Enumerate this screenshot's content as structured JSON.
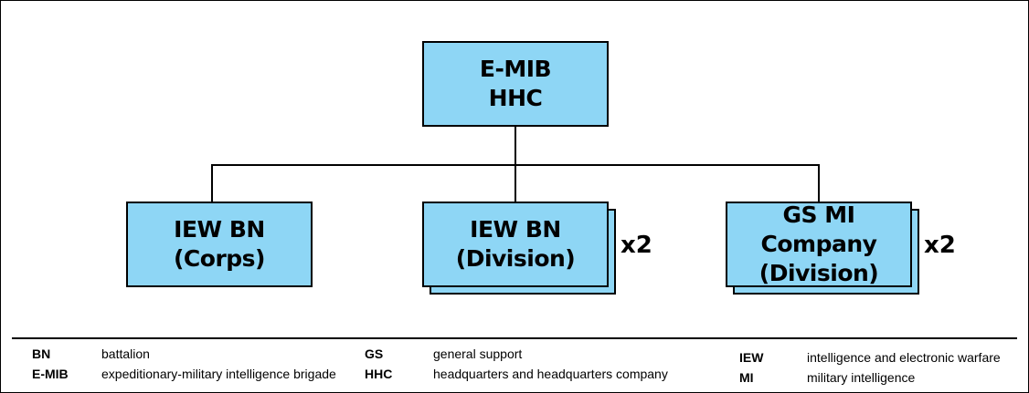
{
  "diagram": {
    "top": {
      "line1": "E-MIB",
      "line2": "HHC"
    },
    "units": [
      {
        "line1": "IEW BN",
        "line2": "(Corps)",
        "multiplier": ""
      },
      {
        "line1": "IEW BN",
        "line2": "(Division)",
        "multiplier": "x2"
      },
      {
        "line1": "GS MI Company",
        "line2": "(Division)",
        "multiplier": "x2"
      }
    ]
  },
  "legend": [
    {
      "abbr": "BN",
      "meaning": "battalion"
    },
    {
      "abbr": "E-MIB",
      "meaning": "expeditionary-military intelligence brigade"
    },
    {
      "abbr": "GS",
      "meaning": "general support"
    },
    {
      "abbr": "HHC",
      "meaning": "headquarters and headquarters company"
    },
    {
      "abbr": "IEW",
      "meaning": "intelligence and electronic warfare"
    },
    {
      "abbr": "MI",
      "meaning": "military intelligence"
    }
  ],
  "colors": {
    "box_fill": "#8ed6f5",
    "line": "#000000"
  }
}
